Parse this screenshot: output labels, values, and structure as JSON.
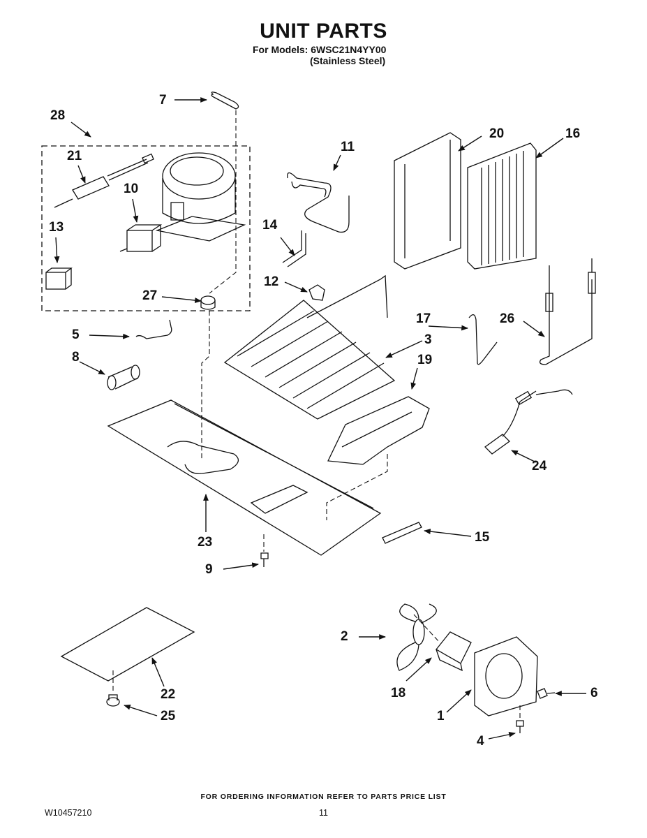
{
  "header": {
    "title": "UNIT PARTS",
    "models_line": "For Models: 6WSC21N4YY00",
    "finish_line": "(Stainless Steel)"
  },
  "callouts": {
    "c1": "1",
    "c2": "2",
    "c3": "3",
    "c4": "4",
    "c5": "5",
    "c6": "6",
    "c7": "7",
    "c8": "8",
    "c9": "9",
    "c10": "10",
    "c11": "11",
    "c12": "12",
    "c13": "13",
    "c14": "14",
    "c15": "15",
    "c16": "16",
    "c17": "17",
    "c18": "18",
    "c19": "19",
    "c20": "20",
    "c21": "21",
    "c22": "22",
    "c23": "23",
    "c24": "24",
    "c25": "25",
    "c26": "26",
    "c27": "27",
    "c28": "28"
  },
  "footer": {
    "ordering_note": "FOR ORDERING INFORMATION REFER TO PARTS PRICE LIST",
    "document_number": "W10457210",
    "page_number": "11"
  }
}
